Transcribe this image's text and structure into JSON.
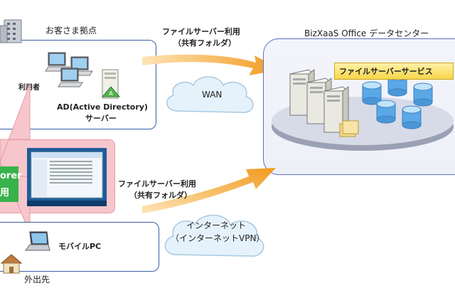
{
  "customer_site": {
    "title": "お客さま拠点",
    "users_label": "利用者",
    "ad_label_line1": "AD(Active Directory)",
    "ad_label_line2": "サーバー"
  },
  "top_link": {
    "line1": "ファイルサーバー利用",
    "line2": "（共有フォルダ）",
    "cloud_label": "WAN"
  },
  "datacenter": {
    "title": "BizXaaS Office データセンター",
    "service_label": "ファイルサーバーサービス"
  },
  "middle": {
    "explorer_line1": "orer",
    "explorer_line2": "用"
  },
  "bottom_link": {
    "line1": "ファイルサーバー利用",
    "line2": "（共有フォルダ）",
    "cloud_line1": "インターネット",
    "cloud_line2": "（インターネットVPN）"
  },
  "remote": {
    "pc_label": "モバイルPC",
    "place_label": "外出先"
  }
}
